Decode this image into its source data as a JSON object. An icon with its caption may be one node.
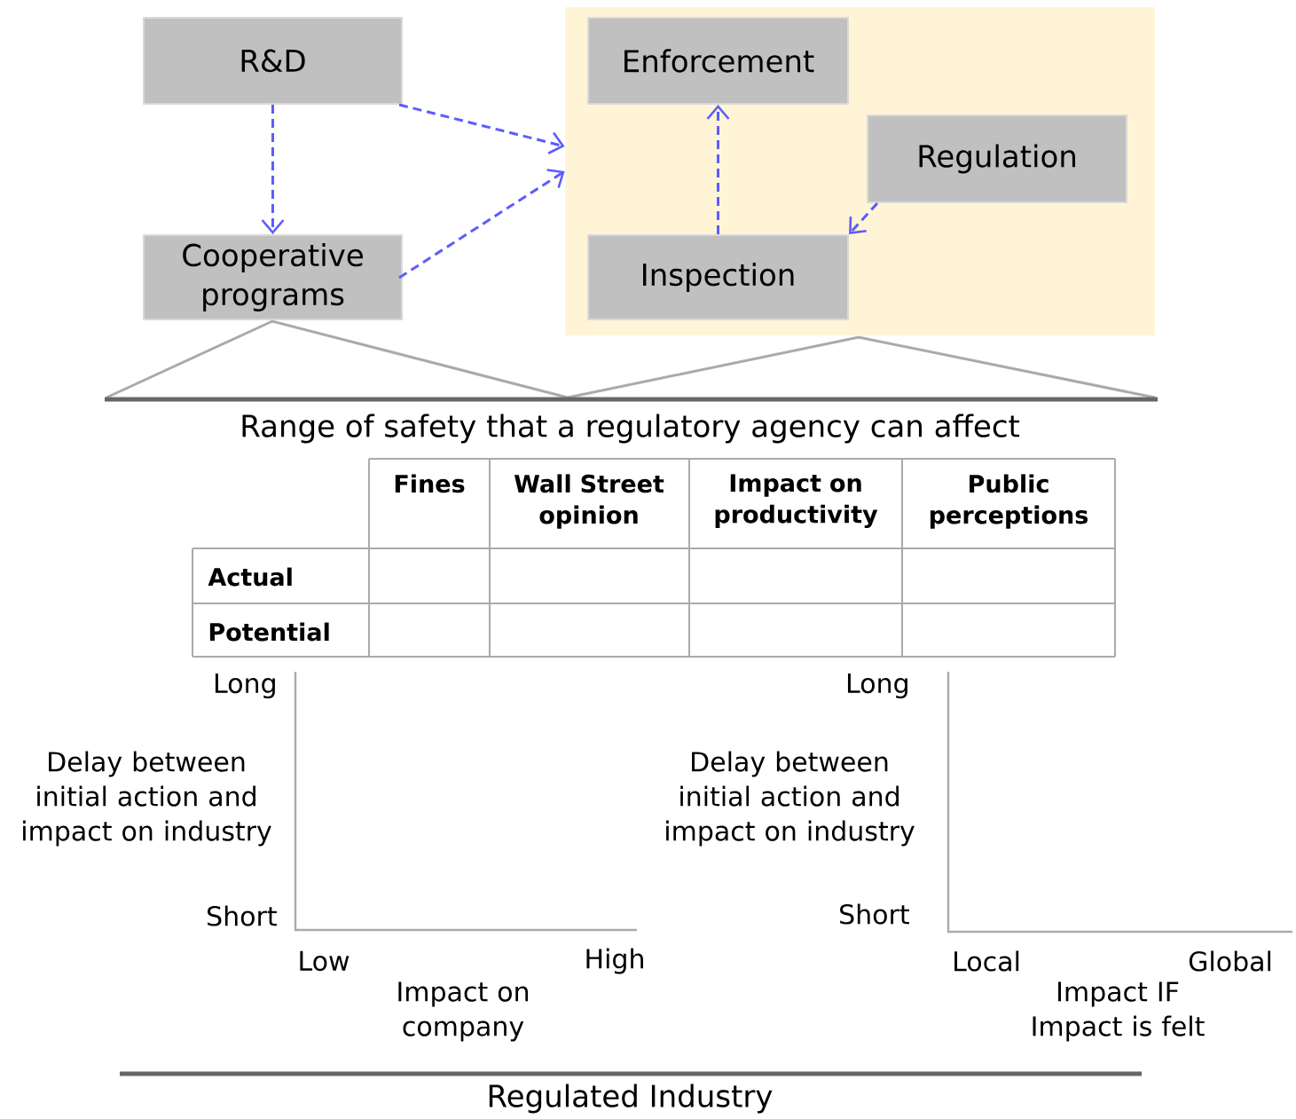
{
  "diagram": {
    "nodes": [
      {
        "text": [
          "R&D"
        ]
      },
      {
        "text": [
          "Cooperative programs"
        ]
      },
      {
        "text": [],
        "shape": "box"
      },
      {
        "text": [
          "Enforcement"
        ],
        "in": 2
      },
      {
        "text": [
          "Regulation"
        ],
        "in": 2
      },
      {
        "text": [
          "Inspection"
        ],
        "in": 2
      }
    ],
    "edges": [
      {
        "from": 0,
        "to": 1,
        "arrow": "to",
        "style": "dashed"
      },
      {
        "from": 0,
        "to": 2,
        "arrow": "to",
        "style": "dashed"
      },
      {
        "from": 1,
        "to": 2,
        "arrow": "to",
        "style": "dashed"
      },
      {
        "from": 5,
        "to": 3,
        "arrow": "to",
        "style": "dashed"
      },
      {
        "from": 4,
        "to": 5,
        "arrow": "to",
        "style": "dashed"
      }
    ],
    "labels": [
      "Range of safety that a regulatory agency can affect",
      "Fines",
      "Wall Street opinion",
      "Impact on productivity",
      "Public perceptions",
      "Actual",
      "Potential",
      "Long",
      "Delay between initial action and impact on industry",
      "Short",
      "Low",
      "High",
      "Impact on company",
      "Long",
      "Delay between initial action and impact on industry",
      "Short",
      "Local",
      "Global",
      "Impact IF Impact is felt",
      "Regulated Industry"
    ]
  }
}
